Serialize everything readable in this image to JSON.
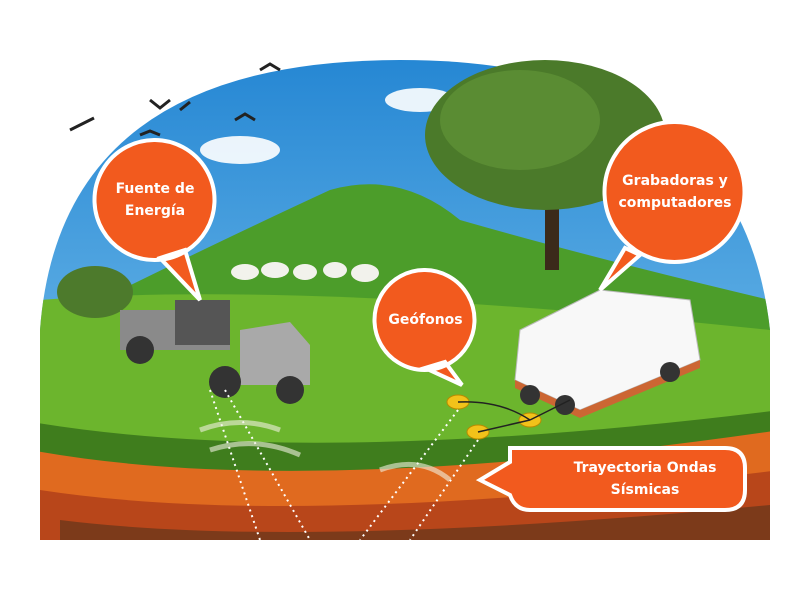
{
  "labels": {
    "energy_source": "Fuente de Energía",
    "recorders": "Grabadoras y computadores",
    "geophones": "Geófonos",
    "seismic_path": "Trayectoria Ondas Sísmicas"
  },
  "colors": {
    "callout": "#f25a1e",
    "sky": "#1f8fd8",
    "grass": "#6cb52d",
    "soil": "#d2541a"
  }
}
